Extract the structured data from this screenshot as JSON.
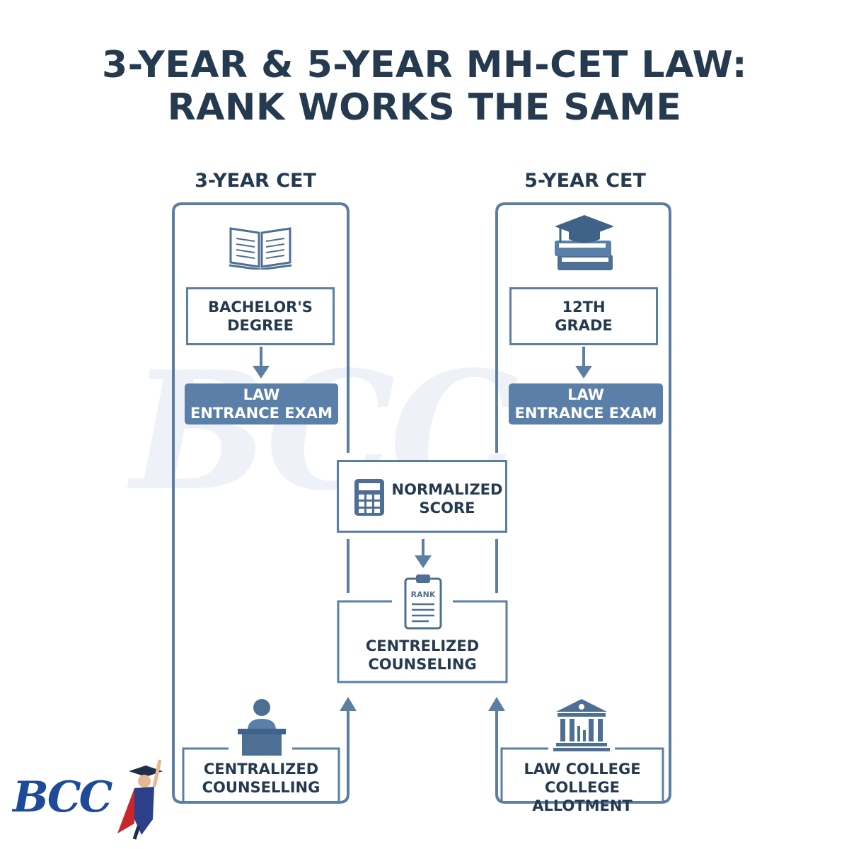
{
  "title": {
    "line1": "3-YEAR & 5-YEAR MH-CET LAW:",
    "line2": "RANK WORKS THE SAME"
  },
  "left": {
    "heading": "3-YEAR CET",
    "step1": [
      "BACHELOR'S",
      "DEGREE"
    ],
    "exam": [
      "LAW",
      "ENTRANCE EXAM"
    ],
    "bottom": [
      "CENTRALIZED",
      "COUNSELLING"
    ],
    "icons": [
      "open-book-icon",
      "person-at-desk-icon"
    ]
  },
  "right": {
    "heading": "5-YEAR CET",
    "step1": [
      "12TH",
      "GRADE"
    ],
    "exam": [
      "LAW",
      "ENTRANCE EXAM"
    ],
    "bottom": [
      "LAW COLLEGE",
      "COLLEGE ALLOTMENT"
    ],
    "icons": [
      "graduation-books-icon",
      "courthouse-icon"
    ]
  },
  "center": {
    "score": [
      "NORMALIZED",
      "SCORE"
    ],
    "counseling": [
      "CENTRELIZED",
      "COUNSELING"
    ],
    "rank_label": "RANK",
    "icons": [
      "calculator-icon",
      "rank-clipboard-icon"
    ]
  },
  "logo": {
    "text": "BCC"
  },
  "colors": {
    "frame": "#5b7fa3",
    "exam_fill": "#5a7fa8",
    "title": "#253a4f",
    "logo": "#1e4a9a"
  }
}
